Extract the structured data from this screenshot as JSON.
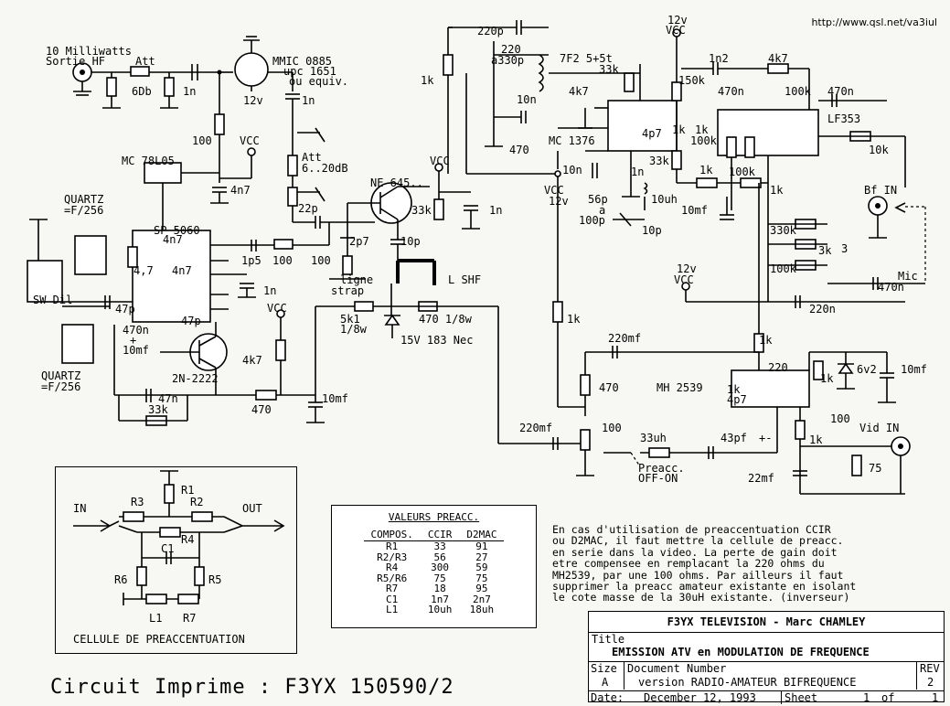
{
  "header": {
    "url": "http://www.qsl.net/va3iul"
  },
  "labels": {
    "out_power": "10 Milliwatts",
    "out_hf": "Sortie HF",
    "att": "Att",
    "db6": "6Db",
    "c1n_a": "1n",
    "mmic": "MMIC 0885",
    "upc": "upc 1651",
    "equiv": "ou equiv.",
    "v12_mmic": "12v",
    "c1n_b": "1n",
    "r100": "100",
    "vcc_a": "VCC",
    "mc78": "MC 78L05",
    "c4n7_a": "4n7",
    "att2": "Att",
    "att_range": "6..20dB",
    "c22p": "22p",
    "ne645": "NE 645..",
    "vcc_b": "VCC",
    "r33k_a": "33k",
    "c1n_c": "1n",
    "quartz_top": "QUARTZ",
    "quartz_top2": "=F/256",
    "sp5060": "SP 5060",
    "c4n7_b": "4n7",
    "c4n7_c": "4n7",
    "r4_7": "4,7",
    "c1p5": "1p5",
    "r100_b": "100",
    "c2p7": "2p7",
    "c10p": "10p",
    "r100_c": "100",
    "ligne": "ligne",
    "strap": "strap",
    "lshf": "L SHF",
    "sw_dil": "SW Dil",
    "c47p_a": "47p",
    "c47p_b": "47p",
    "c1n_d": "1n",
    "c470n": "470n",
    "plus": "+",
    "c10mf": "10mf",
    "r5k1": "5k1",
    "r18w_a": "1/8w",
    "r470": "470 1/8w",
    "diode": "15V 183 Nec",
    "vcc_c": "VCC",
    "r4k7_a": "4k7",
    "q2n": "2N-2222",
    "quartz_bot": "QUARTZ",
    "quartz_bot2": "=F/256",
    "c47n": "47n",
    "r33k_b": "33k",
    "r470_b": "470",
    "c10mf_b": "10mf",
    "c220p": "220p",
    "c220_330": "220",
    "c330p": "a330p",
    "c10n_a": "10n",
    "l7f2": "7F2 5+5t",
    "r33k_c": "33k",
    "r4k7_b": "4k7",
    "r470_c": "470",
    "mc1376": "MC 1376",
    "c4p7": "4p7",
    "c10n_b": "10n",
    "vcc_d": "VCC",
    "v12_d": "12v",
    "c1n_e": "1n",
    "r33k_d": "33k",
    "c56p": "56p",
    "c_a": "a",
    "c100p": "100p",
    "c10p_b": "10p",
    "l10uh": "10uh",
    "r1k_a": "1k",
    "c10mf_c": "10mf",
    "v12_e": "12v",
    "vcc_e": "VCC",
    "c1n2": "1n2",
    "r4k7_c": "4k7",
    "r150k": "150k",
    "c470n_b": "470n",
    "r100k_a": "100k",
    "c470n_c": "470n",
    "lf353": "LF353",
    "r1k_b": "1k",
    "r100k_b": "100k",
    "r10k": "10k",
    "r1k_c": "1k",
    "r100k_c": "100k",
    "r1k_d": "1k",
    "bf_in": "Bf IN",
    "r330k": "330k",
    "r3k": "3k",
    "n3": "3",
    "r100k_d": "100k",
    "vcc_f": "VCC",
    "v12_f": "12v",
    "mic": "Mic",
    "c470n_d": "470n",
    "c220n": "220n",
    "r1k_left": "1k",
    "r1k_e": "1k",
    "c220mf": "220mf",
    "r220": "220",
    "r1k_f": "1k",
    "d6v2": "6v2",
    "c10mf_d": "10mf",
    "r470_d": "470",
    "mh2539": "MH 2539",
    "r1k_g": "1k",
    "c4p7_b": "4p7",
    "r100_d": "100",
    "c220mf_b": "220mf",
    "r100_e": "100",
    "l33uh": "33uh",
    "c43pf": "43pf",
    "pm": "+-",
    "preacc": "Preacc.",
    "offon": "OFF-ON",
    "r1k_h": "1k",
    "vid_in": "Vid IN",
    "r75": "75",
    "c22mf": "22mf",
    "r1k_vbot": "1k",
    "r1k_vtop": "1k",
    "r1k_5": "1k"
  },
  "cell": {
    "title": "CELLULE DE PREACCENTUATION",
    "in": "IN",
    "out": "OUT",
    "r1": "R1",
    "r2": "R2",
    "r3": "R3",
    "r4": "R4",
    "r5": "R5",
    "r6": "R6",
    "r7": "R7",
    "c1": "C1",
    "l1": "L1"
  },
  "values_table": {
    "title": "VALEURS PREACC.",
    "headers": [
      "COMPOS.",
      "CCIR",
      "D2MAC"
    ],
    "rows": [
      [
        "R1",
        "33",
        "91"
      ],
      [
        "R2/R3",
        "56",
        "27"
      ],
      [
        "R4",
        "300",
        "59"
      ],
      [
        "R5/R6",
        "75",
        "75"
      ],
      [
        "R7",
        "18",
        "95"
      ],
      [
        "C1",
        "1n7",
        "2n7"
      ],
      [
        "L1",
        "10uh",
        "18uh"
      ]
    ]
  },
  "note": "En cas d'utilisation de preaccentuation CCIR\nou D2MAC, il faut mettre la cellule de preacc.\nen serie dans la video. La perte de gain doit\netre compensee en remplacant la 220 ohms du\nMH2539, par une 100 ohms. Par ailleurs il faut\nsupprimer la preacc amateur existante en isolant\nle cote masse de la 30uH existante. (inverseur)",
  "footer": {
    "pcb": "Circuit Imprime : F3YX 150590/2"
  },
  "title_block": {
    "company": "F3YX TELEVISION - Marc CHAMLEY",
    "title_label": "Title",
    "title": "EMISSION ATV en MODULATION DE FREQUENCE",
    "size_label": "Size",
    "size": "A",
    "docnum_label": "Document Number",
    "docnum": "version RADIO-AMATEUR BIFREQUENCE",
    "rev_label": "REV",
    "rev": "2",
    "date_label": "Date:",
    "date": "December 12, 1993",
    "sheet_label": "Sheet",
    "sheet": "1",
    "of": "of",
    "total": "1"
  }
}
